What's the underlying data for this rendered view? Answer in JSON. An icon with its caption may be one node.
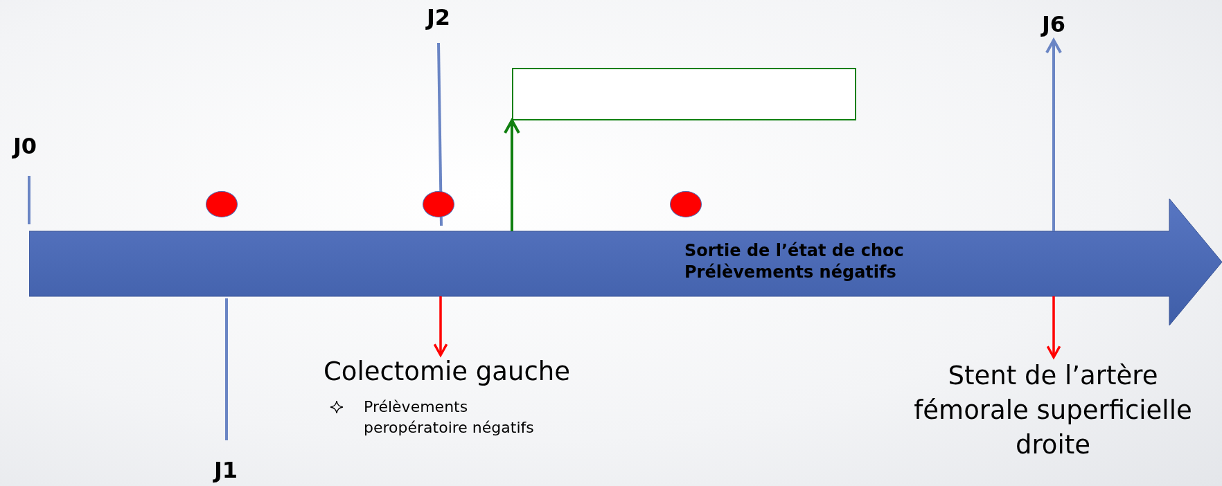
{
  "diagram": {
    "nodes": [
      {
        "text": [],
        "shape": "box"
      },
      {
        "text": [],
        "shape": "circle"
      },
      {
        "text": [],
        "shape": "circle"
      },
      {
        "text": [],
        "shape": "circle"
      },
      {
        "text": [
          "Sortie de l’état de choc",
          "Prélèvements négatifs"
        ]
      },
      {
        "text": [
          "Colectomie gauche",
          "Prélèvements peropératoire négatifs"
        ]
      },
      {
        "text": [
          "Stent de l’artère fémorale superficielle droite"
        ]
      },
      {
        "text": [
          "J6"
        ]
      }
    ],
    "edges": [
      {
        "from": 4,
        "to": 0,
        "arrow": "to",
        "color": "#118011"
      },
      {
        "from": 4,
        "to": 7,
        "arrow": "to",
        "color": "#6a85c4"
      },
      {
        "from": 4,
        "to": 5,
        "arrow": "to"
      },
      {
        "from": 4,
        "to": 6,
        "arrow": "to"
      }
    ],
    "labels": [
      "J2",
      "J0",
      "J1"
    ]
  }
}
